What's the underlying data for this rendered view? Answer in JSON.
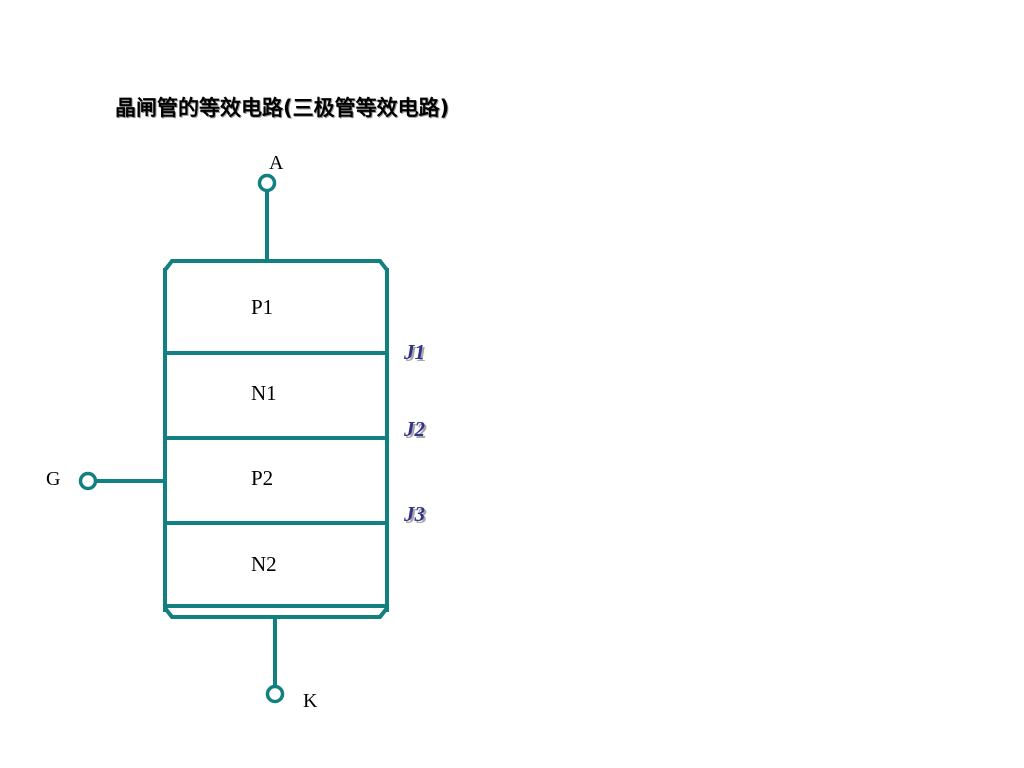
{
  "title": "晶闸管的等效电路(三极管等效电路)",
  "colors": {
    "line": "#128080",
    "junction_text": "#33338a",
    "text": "#000000",
    "background": "#ffffff"
  },
  "terminals": {
    "anode": "A",
    "gate": "G",
    "cathode": "K"
  },
  "layers": [
    "P1",
    "N1",
    "P2",
    "N2"
  ],
  "junctions": [
    "J1",
    "J2",
    "J3"
  ]
}
